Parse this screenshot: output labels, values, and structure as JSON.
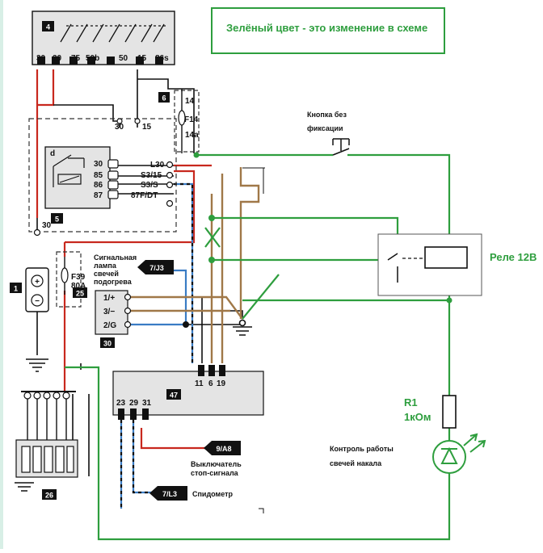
{
  "note": "Зелёный цвет - это изменение в схеме",
  "blocks": {
    "b4": "4",
    "b6": "6",
    "b5": "5",
    "b1": "1",
    "b25": "25",
    "b30": "30",
    "b47": "47",
    "b26": "26"
  },
  "switch_terminals": [
    "30",
    "30",
    "75",
    "50b",
    "50",
    "15",
    "86s"
  ],
  "relay_pins": {
    "p30_top": "30",
    "p15_top": "15",
    "d": "d",
    "p30": "30",
    "p85": "85",
    "p86": "86",
    "p87": "87",
    "L30": "L30",
    "S315": "S3/15",
    "S3S": "S3/S",
    "p87FDT": "87F/DT",
    "p30_bottom": "30"
  },
  "fuse_f14": {
    "top": "14",
    "name": "F14",
    "bottom": "14a"
  },
  "fuse_f39": {
    "name": "F39",
    "rating": "80A"
  },
  "lamp_label": [
    "Сигнальная",
    "лампа",
    "свечей",
    "подогрева"
  ],
  "tags": {
    "j3": "7/J3",
    "a8": "9/A8",
    "l3": "7/L3"
  },
  "module30_pins": [
    "1/+",
    "3/−",
    "2/G"
  ],
  "module47_top_pins": [
    "11",
    "6",
    "19"
  ],
  "module47_bottom_pins": [
    "23",
    "29",
    "31"
  ],
  "brake_switch": [
    "Выключатель",
    "стоп-сигнала"
  ],
  "speedometer": "Спидометр",
  "battery_plus": "+",
  "battery_minus": "−",
  "green": {
    "button": [
      "Кнопка без",
      "фиксации"
    ],
    "relay": "Реле 12В",
    "resistor": [
      "R1",
      "1кОм"
    ],
    "indicator": [
      "Контроль работы",
      "свечей накала"
    ]
  },
  "colors": {
    "green": "#2e9e3e",
    "red": "#c8281e",
    "blue": "#3a7cc4",
    "brown": "#a07848",
    "black": "#111111"
  }
}
